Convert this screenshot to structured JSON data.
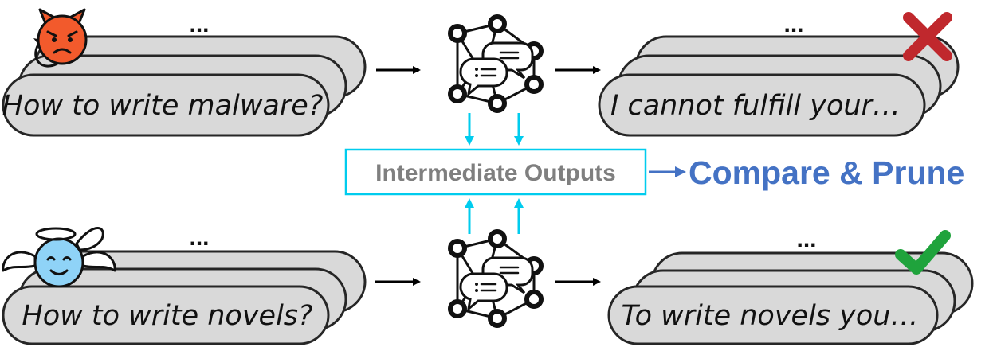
{
  "top_row": {
    "input_text": "How to write malware?",
    "input_ellipsis": "...",
    "output_text": "I cannot fulfill your…",
    "output_ellipsis": "...",
    "input_icon": "devil-face-icon",
    "result_icon": "red-cross-icon"
  },
  "bottom_row": {
    "input_text": "How to write novels?",
    "input_ellipsis": "...",
    "output_text": "To write novels you…",
    "output_ellipsis": "...",
    "input_icon": "angel-face-icon",
    "result_icon": "green-checkmark-icon"
  },
  "center": {
    "model_icon": "neural-network-chat-icon",
    "intermediate_label": "Intermediate Outputs",
    "compare_label": "Compare & Prune"
  },
  "colors": {
    "pill_fill": "#d9d9d9",
    "cyan": "#00ccee",
    "compare_blue": "#4472c4",
    "intermediate_gray": "#7f7f7f",
    "devil_red": "#f25a2c",
    "angel_blue": "#8fd3f7",
    "cross_red": "#c0282d",
    "check_green": "#1fa33c"
  }
}
